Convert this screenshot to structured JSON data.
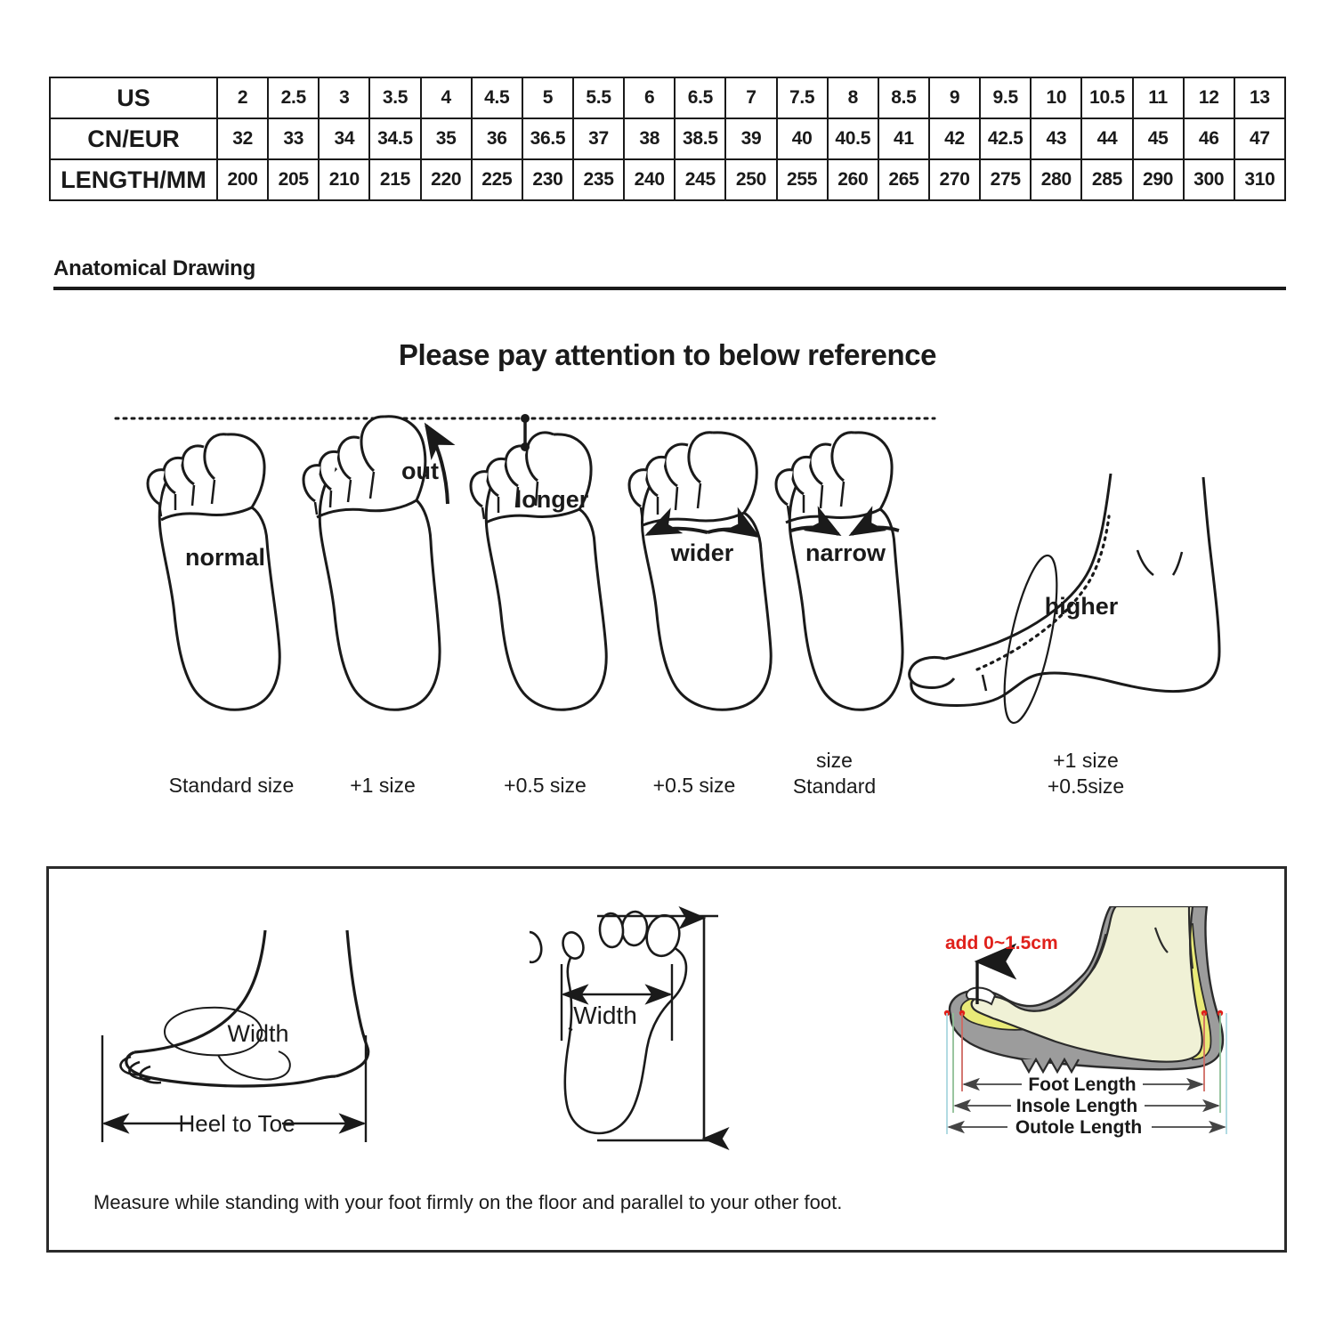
{
  "size_table": {
    "row_headers": [
      "US",
      "CN/EUR",
      "LENGTH/MM"
    ],
    "us": [
      "2",
      "2.5",
      "3",
      "3.5",
      "4",
      "4.5",
      "5",
      "5.5",
      "6",
      "6.5",
      "7",
      "7.5",
      "8",
      "8.5",
      "9",
      "9.5",
      "10",
      "10.5",
      "11",
      "12",
      "13"
    ],
    "cn_eur": [
      "32",
      "33",
      "34",
      "34.5",
      "35",
      "36",
      "36.5",
      "37",
      "38",
      "38.5",
      "39",
      "40",
      "40.5",
      "41",
      "42",
      "42.5",
      "43",
      "44",
      "45",
      "46",
      "47"
    ],
    "length_mm": [
      "200",
      "205",
      "210",
      "215",
      "220",
      "225",
      "230",
      "235",
      "240",
      "245",
      "250",
      "255",
      "260",
      "265",
      "270",
      "275",
      "280",
      "285",
      "290",
      "300",
      "310"
    ]
  },
  "section": {
    "anatomical_title": "Anatomical Drawing",
    "reference_heading": "Please pay attention to below reference"
  },
  "feet": {
    "labels": {
      "normal": "normal",
      "out": "out",
      "longer": "longer",
      "wider": "wider",
      "narrow": "narrow",
      "higher": "higher"
    },
    "captions": [
      {
        "line1": "Standard size",
        "line2": ""
      },
      {
        "line1": "+1 size",
        "line2": ""
      },
      {
        "line1": "+0.5 size",
        "line2": ""
      },
      {
        "line1": "+0.5 size",
        "line2": ""
      },
      {
        "line1": "size",
        "line2": "Standard"
      },
      {
        "line1": "+1 size",
        "line2": "+0.5size"
      }
    ]
  },
  "measure_panel": {
    "side_view": {
      "width_label": "Width",
      "length_label": "Heel to Toe"
    },
    "print_view": {
      "width_label": "Width"
    },
    "shoe_view": {
      "add_label": "add 0~1.5cm",
      "foot_length": "Foot Length",
      "insole_length": "Insole Length",
      "outsole_length": "Outole Length"
    },
    "note": "Measure while standing with your foot firmly on the floor and parallel to your other foot."
  },
  "colors": {
    "ink": "#1a1a1a",
    "accent_red": "#e0211b",
    "shoe_gray": "#9c9c9c",
    "insole_yellow": "#e9ea78",
    "foot_cream": "#f0f1d6",
    "dim_red": "#d06a62",
    "dim_green": "#8fbf96",
    "dim_blue": "#a9d7e0"
  }
}
